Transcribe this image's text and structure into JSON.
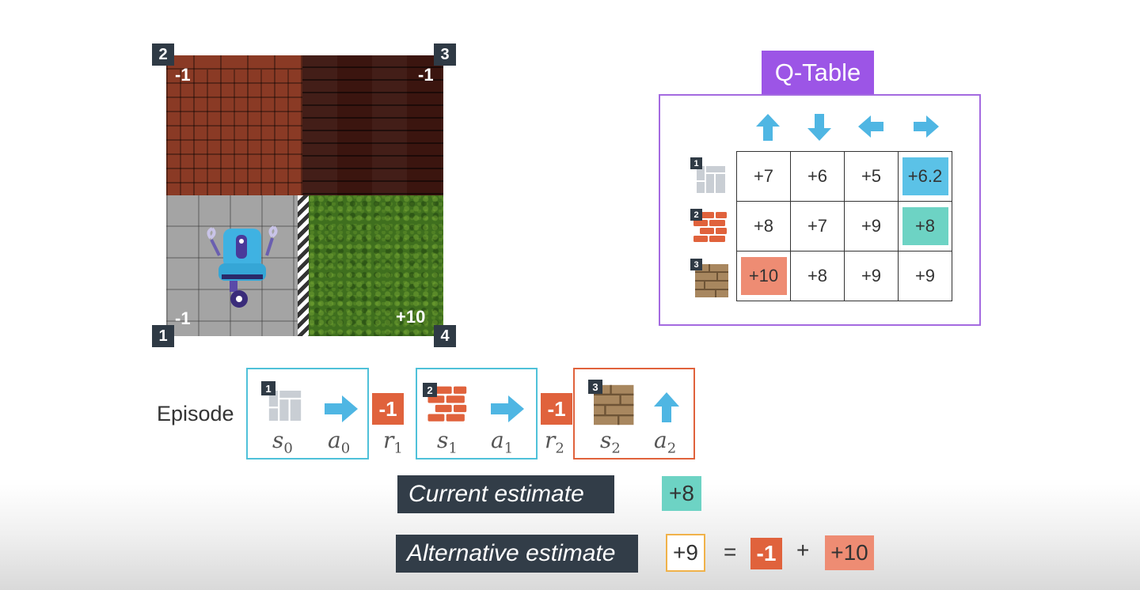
{
  "world": {
    "corner_numbers": [
      "1",
      "2",
      "3",
      "4"
    ],
    "rewards": {
      "cell1": "-1",
      "cell2": "-1",
      "cell3": "-1",
      "cell4": "+10"
    }
  },
  "qtable": {
    "title": "Q-Table",
    "actions": [
      "up-arrow-icon",
      "down-arrow-icon",
      "left-arrow-icon",
      "right-arrow-icon"
    ],
    "states": [
      "1",
      "2",
      "3"
    ],
    "rows": [
      [
        "+7",
        "+6",
        "+5",
        "+6.2"
      ],
      [
        "+8",
        "+7",
        "+9",
        "+8"
      ],
      [
        "+10",
        "+8",
        "+9",
        "+9"
      ]
    ],
    "colors": {
      "blue": "#5bc2e7",
      "teal": "#6dd3c4",
      "salmon": "#ee8c73",
      "purple": "#9c55e6"
    }
  },
  "episode": {
    "label": "Episode",
    "steps": [
      {
        "state": "1",
        "s": "s",
        "s_sub": "0",
        "a": "a",
        "a_sub": "0",
        "action": "right-arrow-icon"
      },
      {
        "state": "2",
        "s": "s",
        "s_sub": "1",
        "a": "a",
        "a_sub": "1",
        "action": "right-arrow-icon"
      },
      {
        "state": "3",
        "s": "s",
        "s_sub": "2",
        "a": "a",
        "a_sub": "2",
        "action": "up-arrow-icon"
      }
    ],
    "rewards": [
      {
        "value": "-1",
        "r": "r",
        "r_sub": "1"
      },
      {
        "value": "-1",
        "r": "r",
        "r_sub": "2"
      }
    ]
  },
  "estimates": {
    "current_label": "Current estimate",
    "current_value": "+8",
    "alternative_label": "Alternative estimate",
    "alternative_value": "+9",
    "equals": "=",
    "reward": "-1",
    "plus": "+",
    "next_value": "+10"
  }
}
